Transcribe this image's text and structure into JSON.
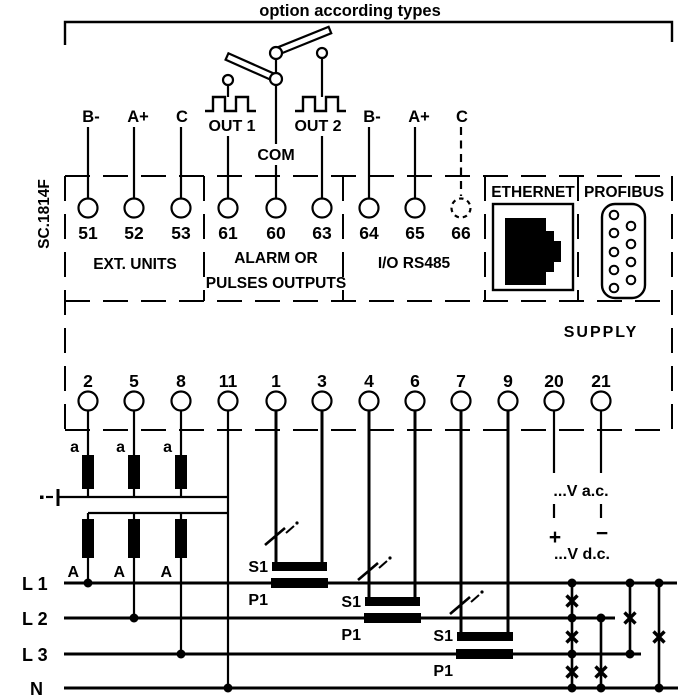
{
  "title": "option according types",
  "device_code": "SC.1814F",
  "colors": {
    "ink": "#000000",
    "paper": "#ffffff"
  },
  "ext": {
    "b_minus": "B-",
    "a_plus": "A+",
    "c": "C"
  },
  "outputs": {
    "out1": "OUT 1",
    "com": "COM",
    "out2": "OUT 2"
  },
  "top_terminals": [
    "51",
    "52",
    "53",
    "61",
    "60",
    "63",
    "64",
    "65",
    "66"
  ],
  "bottom_terminals": [
    "2",
    "5",
    "8",
    "11",
    "1",
    "3",
    "4",
    "6",
    "7",
    "9",
    "20",
    "21"
  ],
  "sections": {
    "ext_units": "EXT. UNITS",
    "alarm_line1": "ALARM OR",
    "alarm_line2": "PULSES OUTPUTS",
    "rs485": "I/O RS485",
    "ethernet": "ETHERNET",
    "profibus": "PROFIBUS",
    "supply": "SUPPLY"
  },
  "vt": {
    "secondary_fuse": "a",
    "primary": "A"
  },
  "ct": {
    "s1": "S1",
    "p1": "P1"
  },
  "phases": {
    "l1": "L 1",
    "l2": "L 2",
    "l3": "L 3",
    "n": "N"
  },
  "supply_labels": {
    "ac": "...V a.c.",
    "dc": "...V d.c.",
    "plus": "+",
    "minus": "−"
  }
}
